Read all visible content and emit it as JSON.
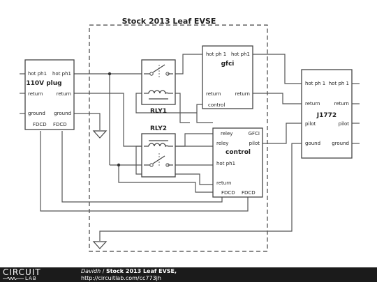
{
  "diagram": {
    "title": "Stock 2013 Leaf EVSE",
    "plug": {
      "name": "110V plug",
      "pins": {
        "hot_left": "hot ph1",
        "hot_right": "hot ph1",
        "ret_left": "return",
        "ret_right": "return",
        "gnd_left": "ground",
        "gnd_right": "ground",
        "fdcd_left": "FDCD",
        "fdcd_right": "FDCD"
      }
    },
    "rly1": {
      "name": "RLY1"
    },
    "rly2": {
      "name": "RLY2"
    },
    "gfci": {
      "name": "gfci",
      "pins": {
        "hot_left": "hot ph 1",
        "hot_right": "hot ph1",
        "ret_left": "return",
        "ret_right": "return",
        "control": "control"
      }
    },
    "control": {
      "name": "control",
      "pins": {
        "reley_top": "reley",
        "gfci": "GFCI",
        "reley": "reley",
        "pilot": "pilot",
        "hot": "hot ph1",
        "ret": "return",
        "fdcd_left": "FDCD",
        "fdcd_right": "FDCD"
      }
    },
    "j1772": {
      "name": "J1772",
      "pins": {
        "hot_left": "hot ph 1",
        "hot_right": "hot ph 1",
        "ret_left": "return",
        "ret_right": "return",
        "pilot_left": "pilot",
        "pilot_right": "pilot",
        "gnd_left": "gound",
        "gnd_right": "ground"
      }
    }
  },
  "footer": {
    "logo_top": "CIRCUIT",
    "logo_bottom": "LAB",
    "author": "Davidh",
    "separator": "/",
    "title": "Stock 2013 Leaf EVSE,",
    "url": "http://circuitlab.com/cc773jh"
  }
}
